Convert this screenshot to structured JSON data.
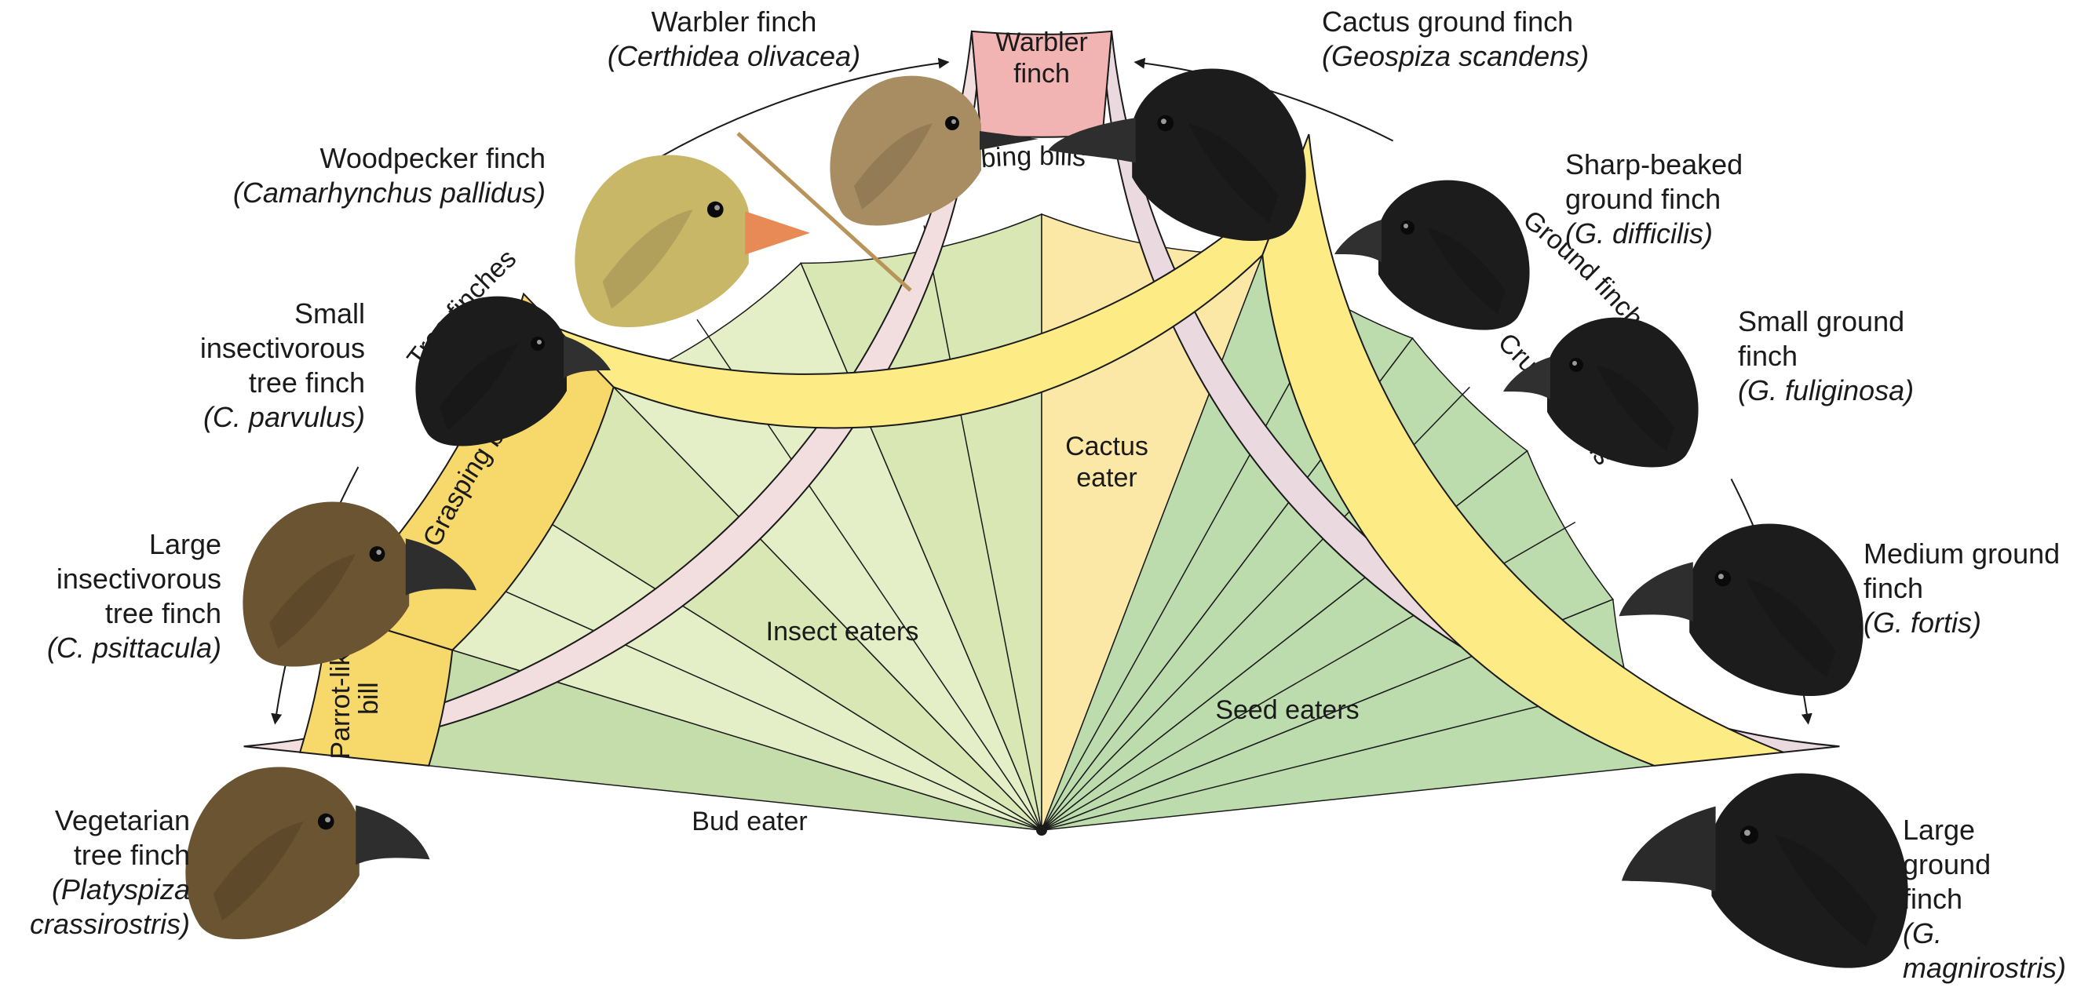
{
  "colors": {
    "outer_band": "#ead9de",
    "outer_band_left": "#f2dede",
    "warbler_cell": "#f2b3b3",
    "bill_band": "#fdeb86",
    "bill_band_dark": "#f7d86a",
    "insect_wedge": "#e4eec7",
    "insect_wedge_alt": "#d8e7b4",
    "bud_wedge": "#c4ddaa",
    "cactus_wedge": "#fbe8a6",
    "seed_wedge": "#bcdcae",
    "line": "#1a1a1a",
    "bird_black": "#1c1c1c",
    "bird_brown": "#6b5432",
    "bird_tan": "#a88d62",
    "bird_yellow": "#c9b768",
    "beak_orange": "#e88a55"
  },
  "diagram": {
    "outer_left": "Tree finches",
    "outer_right": "Ground finches",
    "warbler_cell": [
      "Warbler",
      "finch"
    ],
    "bill_probing": "Probing bills",
    "bill_grasping": "Grasping bills",
    "bill_parrot": [
      "Parrot-like",
      "bill"
    ],
    "bill_crushing": "Crushing bills",
    "diet_insect": "Insect eaters",
    "diet_bud": "Bud eater",
    "diet_cactus": [
      "Cactus",
      "eater"
    ],
    "diet_seed": "Seed eaters"
  },
  "finches": {
    "warbler": {
      "name": [
        "Warbler finch"
      ],
      "species": [
        "(Certhidea olivacea)"
      ],
      "icon": "warbler-finch-head"
    },
    "woodpecker": {
      "name": [
        "Woodpecker finch"
      ],
      "species": [
        "(Camarhynchus pallidus)"
      ],
      "icon": "woodpecker-finch-head"
    },
    "small_insect": {
      "name": [
        "Small",
        "insectivorous",
        "tree finch"
      ],
      "species": [
        "(C. parvulus)"
      ],
      "icon": "small-insectivorous-finch-head"
    },
    "large_insect": {
      "name": [
        "Large",
        "insectivorous",
        "tree finch"
      ],
      "species": [
        "(C. psittacula)"
      ],
      "icon": "large-insectivorous-finch-head"
    },
    "vegetarian": {
      "name": [
        "Vegetarian",
        "tree finch"
      ],
      "species": [
        "(Platyspiza",
        "crassirostris)"
      ],
      "icon": "vegetarian-finch-head"
    },
    "cactus": {
      "name": [
        "Cactus ground finch"
      ],
      "species": [
        "(Geospiza scandens)"
      ],
      "icon": "cactus-finch-head"
    },
    "sharp": {
      "name": [
        "Sharp-beaked",
        "ground finch"
      ],
      "species": [
        "(G. difficilis)"
      ],
      "icon": "sharp-beaked-finch-head"
    },
    "small_ground": {
      "name": [
        "Small ground",
        "finch"
      ],
      "species": [
        "(G. fuliginosa)"
      ],
      "icon": "small-ground-finch-head"
    },
    "medium_ground": {
      "name": [
        "Medium ground",
        "finch"
      ],
      "species": [
        "(G. fortis)"
      ],
      "icon": "medium-ground-finch-head"
    },
    "large_ground": {
      "name": [
        "Large",
        "ground",
        "finch"
      ],
      "species": [
        "(G.",
        "magnirostris)"
      ],
      "icon": "large-ground-finch-head"
    }
  }
}
